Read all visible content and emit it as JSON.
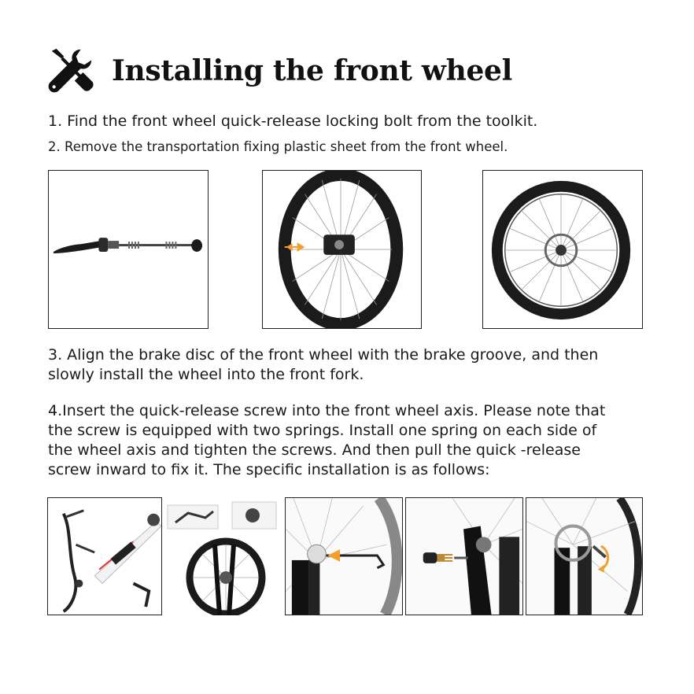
{
  "header": {
    "icon": "tools-icon",
    "title": "Installing the front wheel"
  },
  "steps": {
    "step1": "1. Find the front wheel quick-release locking bolt from the toolkit.",
    "step2": "2. Remove the transportation fixing plastic sheet from the front wheel.",
    "step3": {
      "line1": "3. Align the brake disc of the front wheel with the brake groove, and then",
      "line2": "slowly install the wheel into the front fork."
    },
    "step4": {
      "line1": "4.Insert the quick-release screw into the front wheel axis. Please note that",
      "line2": "the screw is equipped with two springs. Install one spring on each side of",
      "line3": "the wheel axis and tighten the screws. And then pull the quick -release",
      "line4": "screw inward to fix it. The specific installation is as follows:"
    }
  },
  "colors": {
    "text": "#1a1a1a",
    "tire": "#1b1b1b",
    "arrow": "#f0a030"
  }
}
